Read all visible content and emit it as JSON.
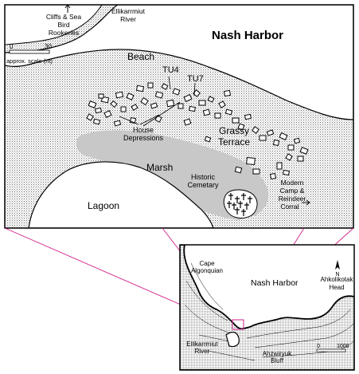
{
  "main_map": {
    "title": "Nash Harbor",
    "labels": {
      "cliffs_line1": "Cliffs & Sea",
      "cliffs_line2": "Bird",
      "cliffs_line3": "Rookeries",
      "ellikarrmiut_line1": "Ellikarrmiut",
      "ellikarrmiut_line2": "River",
      "beach": "Beach",
      "tu4": "TU4",
      "tu7": "TU7",
      "house_line1": "House",
      "house_line2": "Depressions",
      "grassy_line1": "Grassy",
      "grassy_line2": "Terrace",
      "marsh": "Marsh",
      "historic_line1": "Historic",
      "historic_line2": "Cemetary",
      "modern_line1": "Modern",
      "modern_line2": "Camp &",
      "modern_line3": "Reindeer",
      "modern_line4": "Corral",
      "lagoon": "Lagoon"
    },
    "scale": {
      "start": "0",
      "end": "30",
      "caption": "approx. scale (m)"
    }
  },
  "inset_map": {
    "labels": {
      "cape_line1": "Cape",
      "cape_line2": "Algonquian",
      "nash_harbor": "Nash Harbor",
      "ahkolik_line1": "Ahkolikotak",
      "ahkolik_line2": "Head",
      "ellik_line1": "Ellikarrmiut",
      "ellik_line2": "River",
      "ahzwiryuk_line1": "Ahzwiryuk",
      "ahzwiryuk_line2": "Bluff",
      "north": "N"
    },
    "scale": {
      "start": "0",
      "end": "1000"
    }
  },
  "colors": {
    "land_stipple": "#d2d2d2",
    "marsh": "#c8c8c8",
    "water": "#ffffff",
    "callout_lines": "#d0208a",
    "outline": "#000000"
  }
}
